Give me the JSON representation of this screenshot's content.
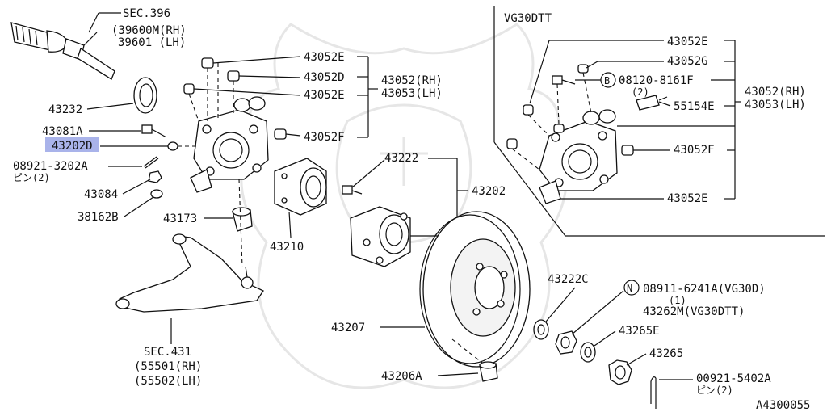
{
  "sec396": {
    "title": "SEC.396",
    "rh": "(39600M(RH)",
    "lh": "39601 (LH)"
  },
  "labels": {
    "p43232": "43232",
    "p43081A": "43081A",
    "p43202D": "43202D",
    "p08921_3202A": "08921-3202A",
    "pin2_left": "ピン(2)",
    "p43084": "43084",
    "p38162B": "38162B",
    "p43173": "43173",
    "p43210": "43210",
    "p43052E_1": "43052E",
    "p43052D": "43052D",
    "p43052E_2": "43052E",
    "p43052F": "43052F",
    "p43052_rh": "43052(RH)",
    "p43053_lh": "43053(LH)",
    "p43222": "43222",
    "p43202": "43202",
    "p43207": "43207",
    "p43206A": "43206A",
    "p43222C": "43222C",
    "p43265E": "43265E",
    "p43265": "43265",
    "p08911": "08911-6241A(VG30D)",
    "p08911_qty": "(1)",
    "p43262M": "43262M(VG30DTT)",
    "n_badge": "N",
    "p00921": "00921-5402A",
    "pin2_right": "ピン(2)"
  },
  "sec431": {
    "title": "SEC.431",
    "rh": "(55501(RH)",
    "lh": "(55502(LH)"
  },
  "vg30dtt": {
    "title": "VG30DTT",
    "p43052E_a": "43052E",
    "p43052G": "43052G",
    "b_badge": "B",
    "p08120": "08120-8161F",
    "p08120_qty": "(2)",
    "p55154E": "55154E",
    "p43052F": "43052F",
    "p43052E_b": "43052E",
    "p43052_rh": "43052(RH)",
    "p43053_lh": "43053(LH)"
  },
  "figure_code": "A4300055",
  "highlight_color": "#9aa6e6"
}
